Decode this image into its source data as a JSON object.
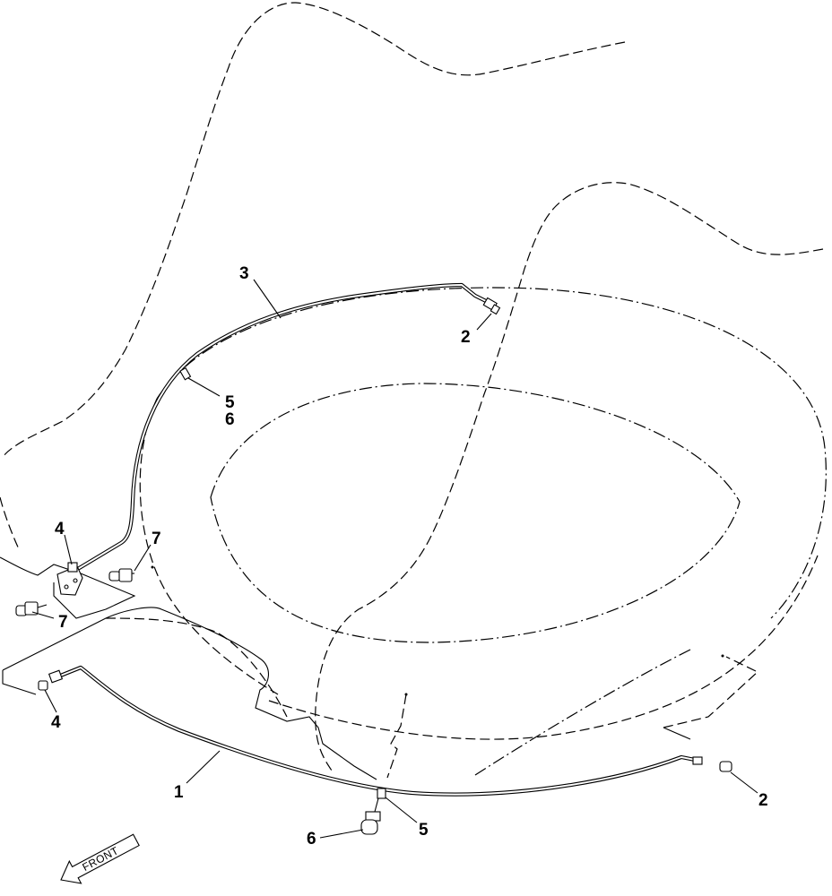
{
  "callouts": [
    {
      "id": "c1",
      "text": "1"
    },
    {
      "id": "c2a",
      "text": "2"
    },
    {
      "id": "c2b",
      "text": "2"
    },
    {
      "id": "c3",
      "text": "3"
    },
    {
      "id": "c4a",
      "text": "4"
    },
    {
      "id": "c4b",
      "text": "4"
    },
    {
      "id": "c5a",
      "text": "5"
    },
    {
      "id": "c6a",
      "text": "6"
    },
    {
      "id": "c5b",
      "text": "5"
    },
    {
      "id": "c6b",
      "text": "6"
    },
    {
      "id": "c7a",
      "text": "7"
    },
    {
      "id": "c7b",
      "text": "7"
    }
  ],
  "front_arrow": {
    "label": "FRONT",
    "icon": "front-direction-arrow-icon"
  }
}
